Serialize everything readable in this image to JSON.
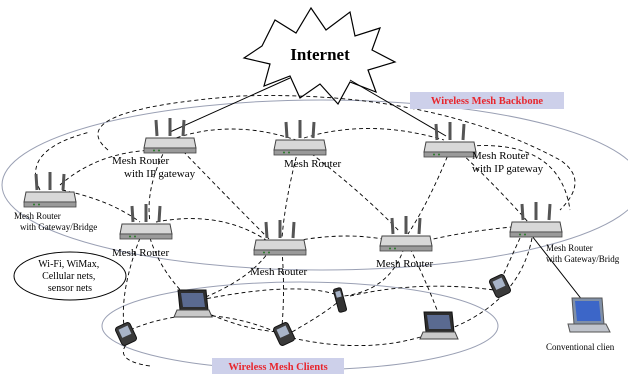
{
  "internet": {
    "label": "Internet"
  },
  "backbone": {
    "caption": "Wireless Mesh Backbone",
    "caption_bg": "#cdd0ea",
    "caption_color": "#e8262d"
  },
  "clients": {
    "caption": "Wireless Mesh Clients",
    "caption_bg": "#cdd0ea",
    "caption_color": "#e8262d"
  },
  "routers": {
    "r_gw_left": [
      "Mesh Router",
      "with IP gateway"
    ],
    "r_top_mid": [
      "Mesh Router"
    ],
    "r_gw_right": [
      "Mesh Router",
      "with IP gateway"
    ],
    "r_bridge_left": [
      "Mesh Router",
      "with Gateway/Bridge"
    ],
    "r_mid_left": [
      "Mesh Router"
    ],
    "r_center": [
      "Mesh Router"
    ],
    "r_mid_right": [
      "Mesh Router"
    ],
    "r_bridge_right": [
      "Mesh Router",
      "with Gateway/Bridg"
    ]
  },
  "networks_bubble": [
    "Wi-Fi, WiMax,",
    "Cellular nets,",
    "sensor nets"
  ],
  "conventional_client": {
    "label": "Conventional clien"
  }
}
